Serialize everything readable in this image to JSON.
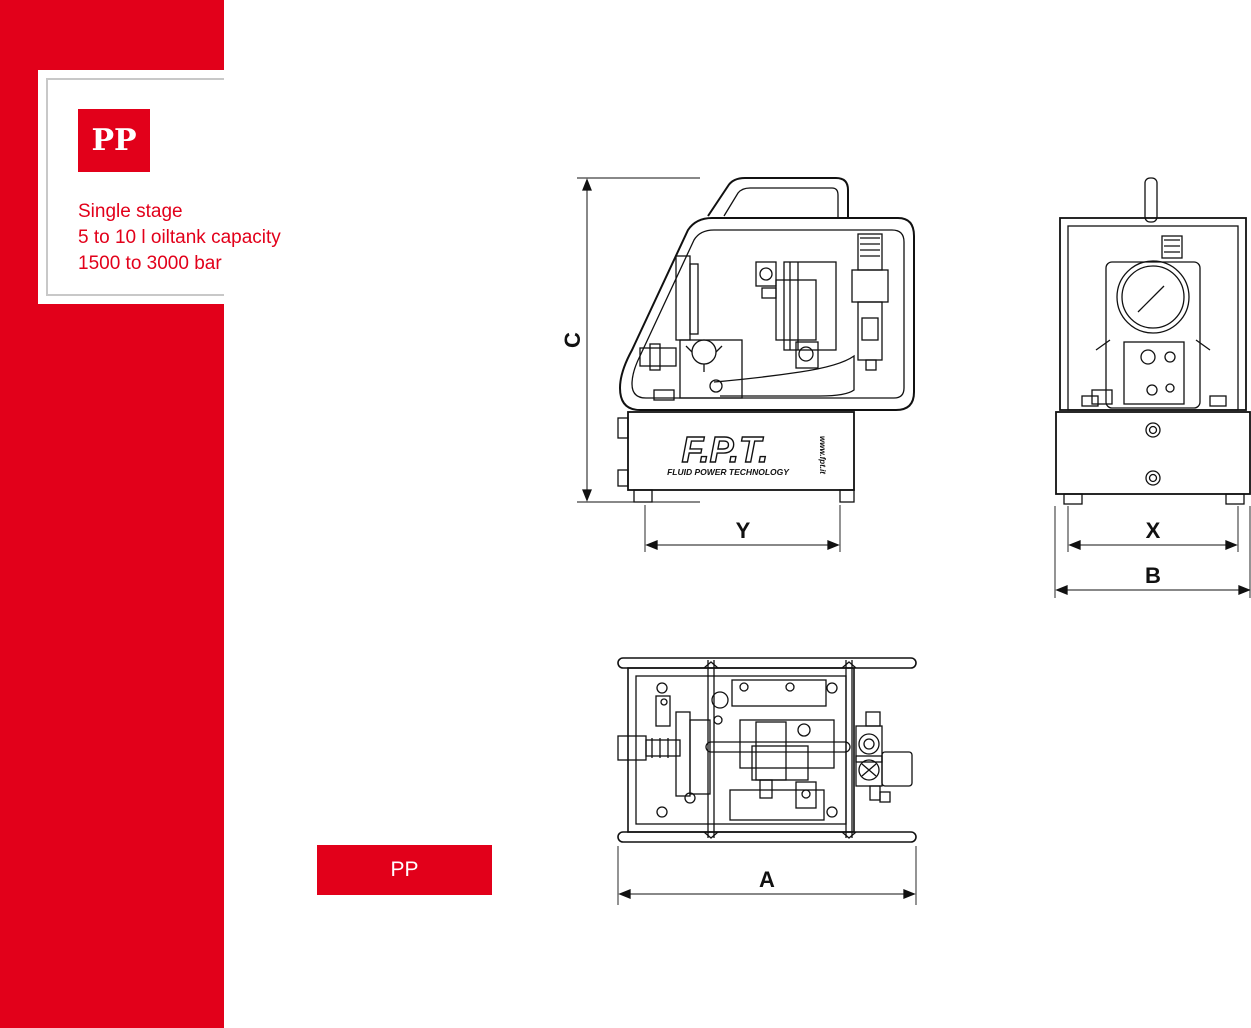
{
  "badge": "PP",
  "specs": [
    "Single stage",
    "5 to 10 l oiltank capacity",
    "1500 to 3000 bar"
  ],
  "bottom_label": "PP",
  "dimensions": {
    "c": "C",
    "y": "Y",
    "x": "X",
    "b": "B",
    "a": "A"
  },
  "logo": {
    "brand": "F.P.T.",
    "tagline": "FLUID POWER TECHNOLOGY",
    "url": "www.fpt.it"
  },
  "colors": {
    "brand_red": "#e2001a",
    "line": "#111111"
  }
}
